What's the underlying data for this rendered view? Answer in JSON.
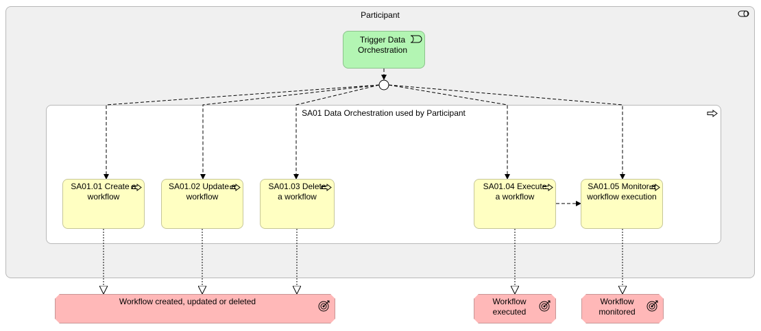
{
  "participant": {
    "title": "Participant",
    "icon": "role-icon"
  },
  "trigger": {
    "label": "Trigger Data Orchestration",
    "icon": "business-event-icon",
    "color": "#b3f5b3"
  },
  "process": {
    "title": "SA01 Data Orchestration used by Participant",
    "icon": "process-arrow-icon"
  },
  "steps": [
    {
      "label": "SA01.01 Create a workflow",
      "icon": "process-arrow-icon"
    },
    {
      "label": "SA01.02 Update a workflow",
      "icon": "process-arrow-icon"
    },
    {
      "label": "SA01.03 Delete a workflow",
      "icon": "process-arrow-icon"
    },
    {
      "label": "SA01.04 Execute a workflow",
      "icon": "process-arrow-icon"
    },
    {
      "label": "SA01.05 Monitor a workflow execution",
      "icon": "process-arrow-icon"
    }
  ],
  "outcomes": [
    {
      "label": "Workflow created, updated or deleted",
      "icon": "outcome-target-icon"
    },
    {
      "label": "Workflow executed",
      "icon": "outcome-target-icon"
    },
    {
      "label": "Workflow monitored",
      "icon": "outcome-target-icon"
    }
  ],
  "colors": {
    "step": "#ffffc2",
    "outcome": "#ffb8b8",
    "participant": "#f0f0f0"
  }
}
